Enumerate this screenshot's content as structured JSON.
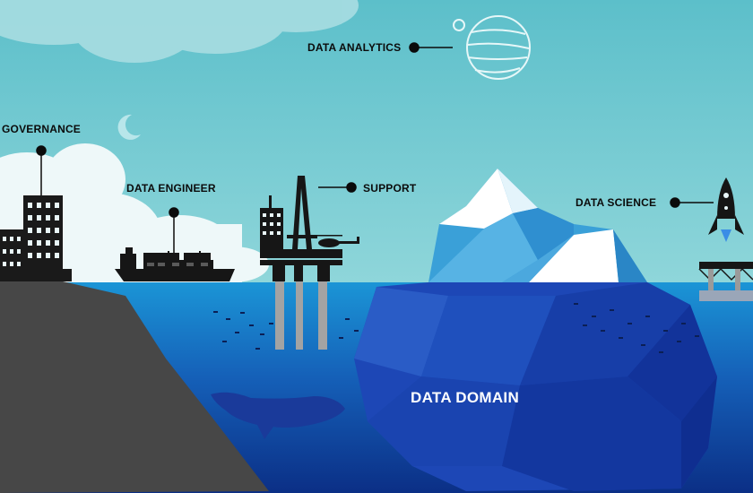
{
  "labels": {
    "data_analytics": "DATA ANALYTICS",
    "governance": "GOVERNANCE",
    "data_engineer": "DATA ENGINEER",
    "support": "SUPPORT",
    "data_science": "DATA SCIENCE",
    "data_domain": "DATA DOMAIN"
  },
  "colors": {
    "sky": "#72c9cf",
    "sea_top": "#1f8fd0",
    "sea_deep": "#0d2a78",
    "iceberg_light": "#5bb5e6",
    "iceberg_dark": "#1a3fb0",
    "land": "#4a4a4a",
    "silhouette": "#151515"
  },
  "icons": [
    "cloud-icon",
    "planet-icon",
    "moon-icon",
    "building-icon",
    "cargo-ship-icon",
    "oil-rig-icon",
    "helicopter-icon",
    "rocket-icon",
    "iceberg-icon",
    "whale-icon",
    "fish-school-icon",
    "platform-icon"
  ]
}
